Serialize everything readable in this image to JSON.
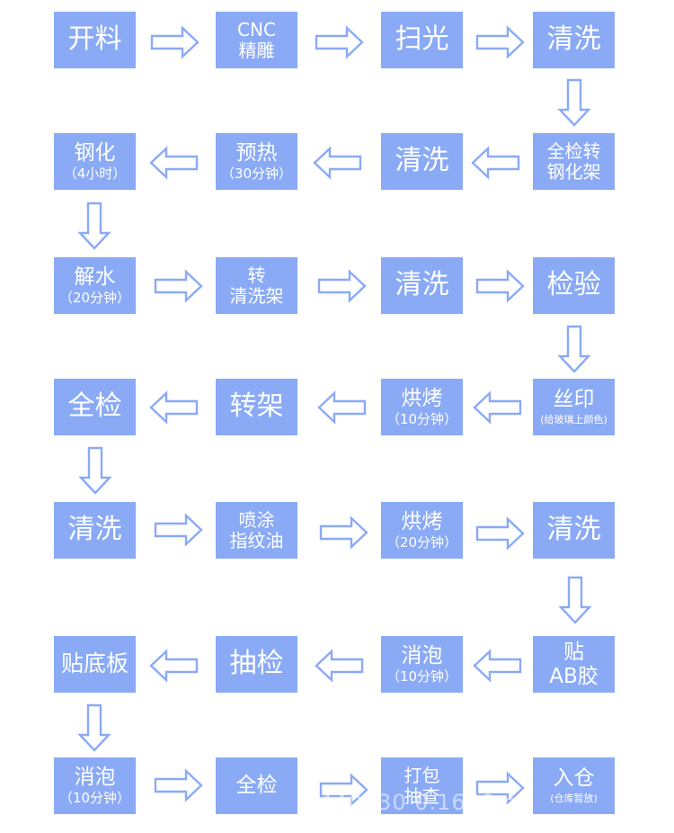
{
  "colors": {
    "box": "#8aaaf6",
    "text": "#ffffff",
    "arrow": "#8aaaf6"
  },
  "steps": [
    {
      "lines": [
        "开料"
      ]
    },
    {
      "lines": [
        "CNC",
        "精雕"
      ]
    },
    {
      "lines": [
        "扫光"
      ]
    },
    {
      "lines": [
        "清洗"
      ]
    },
    {
      "lines": [
        "全检转",
        "钢化架"
      ]
    },
    {
      "lines": [
        "清洗"
      ]
    },
    {
      "lines": [
        "预热"
      ],
      "sub": "（30分钟）"
    },
    {
      "lines": [
        "钢化"
      ],
      "sub": "（4小时）"
    },
    {
      "lines": [
        "解水"
      ],
      "sub": "（20分钟）"
    },
    {
      "lines": [
        "转",
        "清洗架"
      ]
    },
    {
      "lines": [
        "清洗"
      ]
    },
    {
      "lines": [
        "检验"
      ]
    },
    {
      "lines": [
        "丝印"
      ],
      "sub": "(给玻璃上颜色)"
    },
    {
      "lines": [
        "烘烤"
      ],
      "sub": "（10分钟）"
    },
    {
      "lines": [
        "转架"
      ]
    },
    {
      "lines": [
        "全检"
      ]
    },
    {
      "lines": [
        "清洗"
      ]
    },
    {
      "lines": [
        "喷涂",
        "指纹油"
      ]
    },
    {
      "lines": [
        "烘烤"
      ],
      "sub": "（20分钟）"
    },
    {
      "lines": [
        "清洗"
      ]
    },
    {
      "lines": [
        "贴",
        "AB胶"
      ]
    },
    {
      "lines": [
        "消泡"
      ],
      "sub": "（10分钟）"
    },
    {
      "lines": [
        "抽检"
      ]
    },
    {
      "lines": [
        "贴底板"
      ]
    },
    {
      "lines": [
        "消泡"
      ],
      "sub": "（10分钟）"
    },
    {
      "lines": [
        "全检"
      ]
    },
    {
      "lines": [
        "打包",
        "抽查"
      ]
    },
    {
      "lines": [
        "入仓"
      ],
      "sub": "(仓库暂放)"
    }
  ],
  "watermark": "440730   0.1688.c"
}
